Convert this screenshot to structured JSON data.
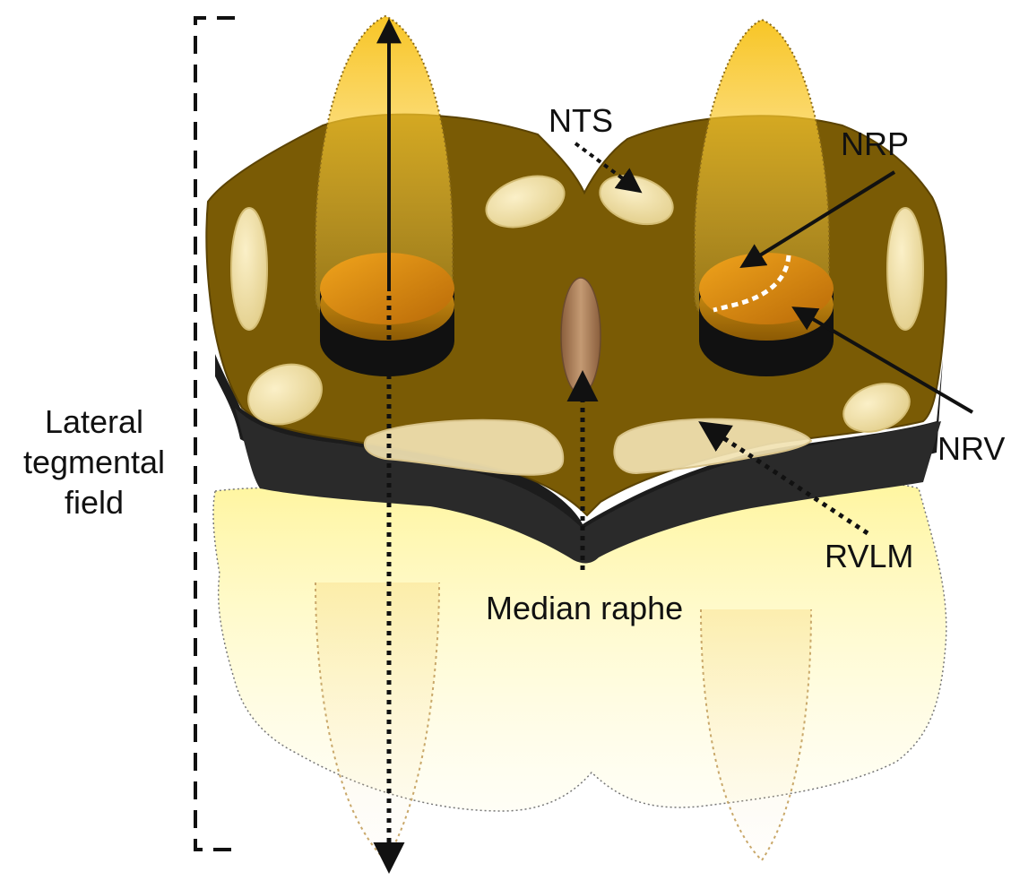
{
  "labels": {
    "lateral_tegmental_field": [
      "Lateral",
      "tegmental",
      "field"
    ],
    "nts": "NTS",
    "nrp": "NRP",
    "nrv": "NRV",
    "rvlm": "RVLM",
    "median_raphe": "Median raphe"
  },
  "colors": {
    "slice_top": "#7a5b05",
    "slice_side": "#1c1c1c",
    "nucleus_cream": "#f3e4b0",
    "nrp_disc": "#d98a12",
    "cone_gold": "#f2b818",
    "lower_section": "#fff6b8",
    "median_raphe": "#b48560"
  }
}
